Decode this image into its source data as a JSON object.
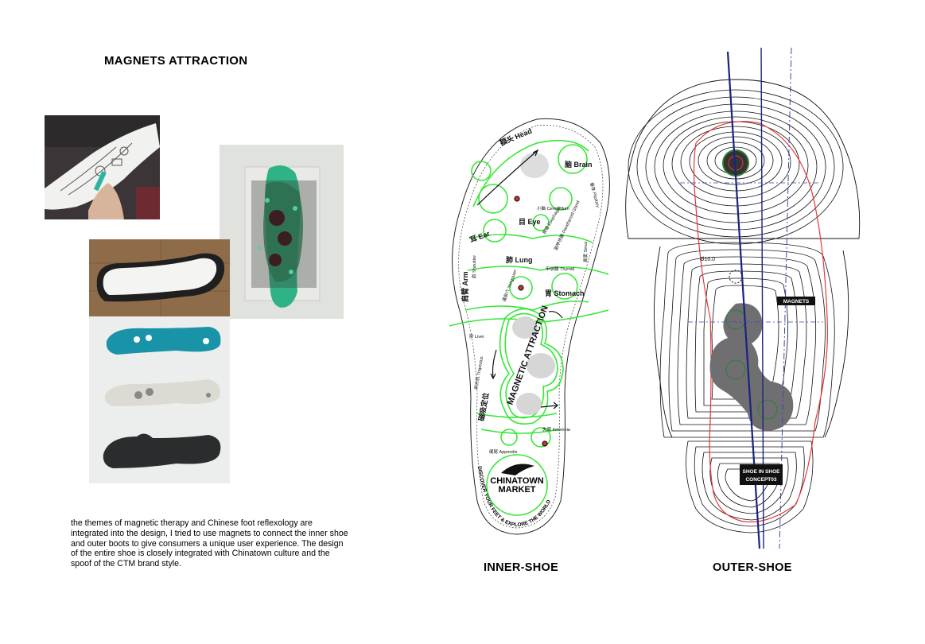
{
  "title": "MAGNETS ATTRACTION",
  "description": "the themes of magnetic therapy and Chinese foot reflexology are integrated into the design, I tried to use magnets to connect the inner shoe and outer boots to give consumers a unique user experience. The design of the entire shoe is closely integrated with Chinatown culture and the spoof of the CTM brand style.",
  "labels": {
    "inner": "INNER-SHOE",
    "outer": "OUTER-SHOE"
  },
  "inner_shoe": {
    "zones": {
      "head": "額头 Head",
      "brain": "脑 Brain",
      "eye": "目 Eye",
      "ear": "耳 Ear",
      "lung": "肺 Lung",
      "stomach": "胃 Stomach",
      "arm": "肩臂 Arm",
      "shoulder": "肩 Shoulder",
      "liver": "肝 Liver",
      "trapezius": "斜方肌 Trapezius",
      "cerebellum": "小脑 Cerebellum",
      "esophagus": "食道 Esophagus",
      "pituitary": "垂体 Pituitary",
      "parathyroid": "副甲状腺 Parathyroid Gland",
      "thyroid": "甲状腺 Thyroid",
      "sinus": "鼻窦 Sinus",
      "yongquan": "涌泉穴 Yongquan",
      "appendix": "阑尾 Appendix",
      "insomnia": "失眠 Insomnia",
      "magnet_position": "磁吸定位",
      "magnetic_attraction": "MAGNETIC ATTRACTION",
      "logo_line1": "CHINATOWN",
      "logo_line2": "MARKET",
      "slogan": "DISCOVER YOUR FEET & EXPLORE THE WORLD"
    }
  },
  "outer_shoe": {
    "magnets_tag": "MAGNETS",
    "measure": "Ø10.0",
    "concept_line1": "SHOE IN SHOE",
    "concept_line2": "CONCEPT03"
  },
  "colors": {
    "green": "#39e639",
    "navy": "#1a237e",
    "red": "#e53935",
    "grey": "#6f6f72"
  }
}
